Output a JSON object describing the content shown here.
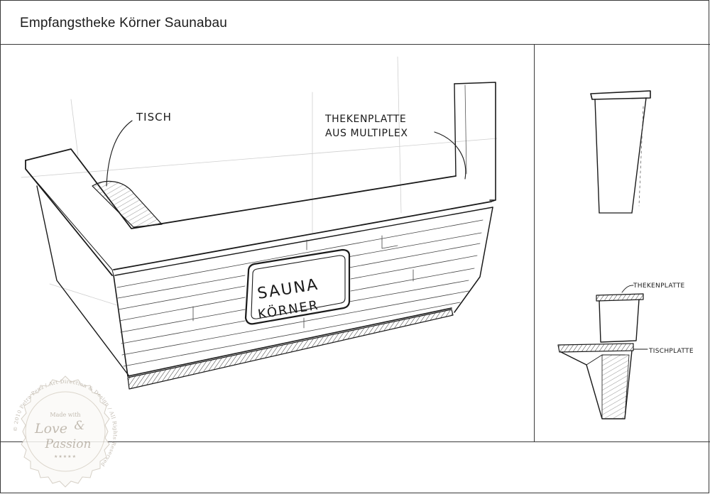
{
  "header": {
    "title": "Empfangstheke Körner Saunabau"
  },
  "sketch": {
    "label_tisch": "TISCH",
    "label_thekenplatte_line1": "THEKENPLATTE",
    "label_thekenplatte_line2": "AUS MULTIPLEX",
    "sign_line1": "SAUNA",
    "sign_line2": "KÖRNER"
  },
  "section_view": {
    "label_thekenplatte": "THEKENPLATTE",
    "label_tischplatte": "TISCHPLATTE"
  },
  "seal": {
    "arc_text": "© 2010 Petra Penz / Art Direction & Design / All Rights Reserved",
    "made_with": "Made with",
    "love": "Love",
    "amp": "&",
    "passion": "Passion",
    "stars": "★★★★★"
  },
  "colors": {
    "ink": "#1a1a1a",
    "frame": "#3a3a3a",
    "seal": "#b8b0a4"
  }
}
